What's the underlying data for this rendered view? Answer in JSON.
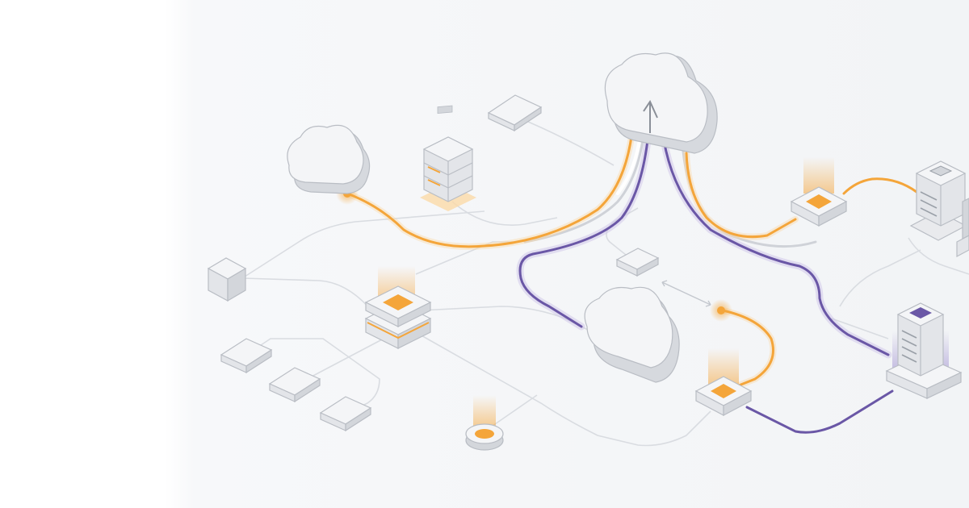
{
  "palette": {
    "background": "#f6f7f9",
    "background_left": "#ffffff",
    "accent_orange": "#f4a53a",
    "accent_purple": "#6a57a6",
    "connector_grey": "#d9dce1",
    "device_top": "#f4f5f7",
    "device_left": "#e3e5e9",
    "device_right": "#d3d6db",
    "device_stroke": "#b9bdc4"
  },
  "nodes": [
    {
      "name": "cloud-top-center-icon",
      "kind": "cloud",
      "label": ""
    },
    {
      "name": "cloud-left-icon",
      "kind": "cloud",
      "label": ""
    },
    {
      "name": "cloud-middle-icon",
      "kind": "cloud",
      "label": ""
    },
    {
      "name": "server-stack-top-icon",
      "kind": "server",
      "label": ""
    },
    {
      "name": "server-rack-right-top-icon",
      "kind": "server",
      "label": ""
    },
    {
      "name": "server-rack-right-purple-icon",
      "kind": "server",
      "label": ""
    },
    {
      "name": "router-glowing-center-icon",
      "kind": "router",
      "label": ""
    },
    {
      "name": "router-glowing-right-top-icon",
      "kind": "router",
      "label": ""
    },
    {
      "name": "router-glowing-bottom-icon",
      "kind": "router",
      "label": ""
    },
    {
      "name": "sensor-disc-icon",
      "kind": "sensor",
      "label": ""
    },
    {
      "name": "cube-node-icon",
      "kind": "cube",
      "label": ""
    },
    {
      "name": "flat-device-icon",
      "kind": "device",
      "label": ""
    }
  ],
  "links": [
    {
      "name": "orange-link-cloud-left-to-cloud-top",
      "color": "orange"
    },
    {
      "name": "orange-link-cloud-top-to-router-right",
      "color": "orange"
    },
    {
      "name": "orange-link-router-right-to-server-right",
      "color": "orange"
    },
    {
      "name": "orange-link-node-to-router-bottom",
      "color": "orange"
    },
    {
      "name": "purple-link-cloud-top-loop",
      "color": "purple"
    },
    {
      "name": "purple-link-cloud-top-to-server-purple",
      "color": "purple"
    },
    {
      "name": "purple-link-router-bottom-to-server-purple",
      "color": "purple"
    }
  ]
}
